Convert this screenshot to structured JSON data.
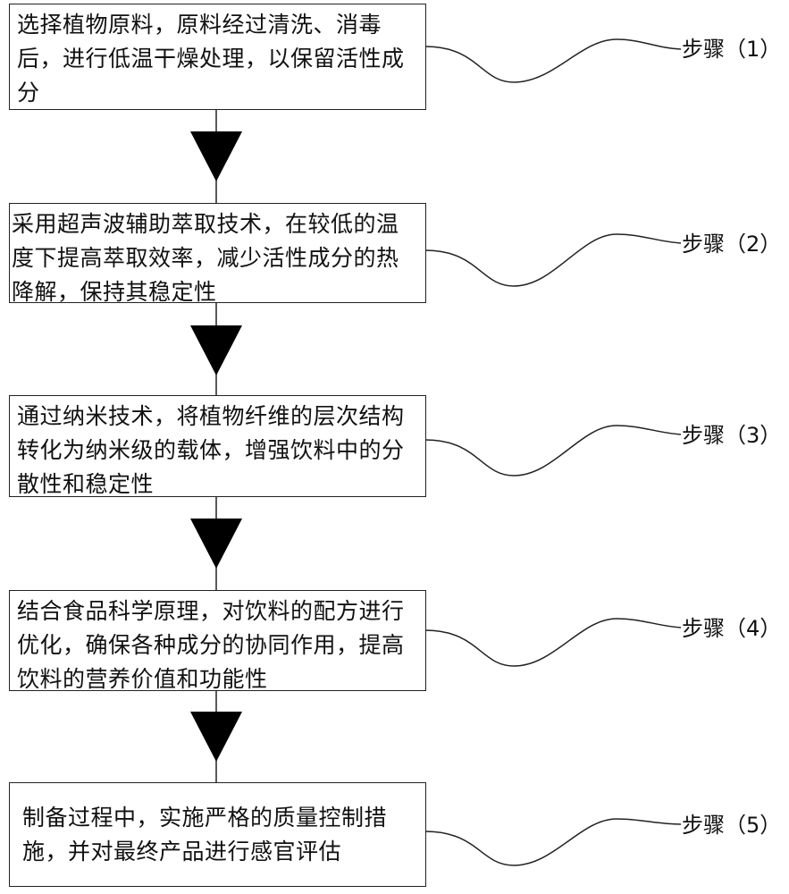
{
  "steps": [
    {
      "text": "选择植物原料，原料经过清洗、消毒后，进行低温干燥处理，以保留活性成分",
      "label": "步骤（1）"
    },
    {
      "text": "采用超声波辅助萃取技术，在较低的温度下提高萃取效率，减少活性成分的热降解，保持其稳定性",
      "label": "步骤（2）"
    },
    {
      "text": "通过纳米技术，将植物纤维的层次结构转化为纳米级的载体，增强饮料中的分散性和稳定性",
      "label": "步骤（3）"
    },
    {
      "text": "结合食品科学原理，对饮料的配方进行优化，确保各种成分的协同作用，提高饮料的营养价值和功能性",
      "label": "步骤（4）"
    },
    {
      "text": "制备过程中，实施严格的质量控制措施，并对最终产品进行感官评估",
      "label": "步骤（5）"
    }
  ],
  "colors": {
    "line": "#222222",
    "arrow": "#000000"
  }
}
